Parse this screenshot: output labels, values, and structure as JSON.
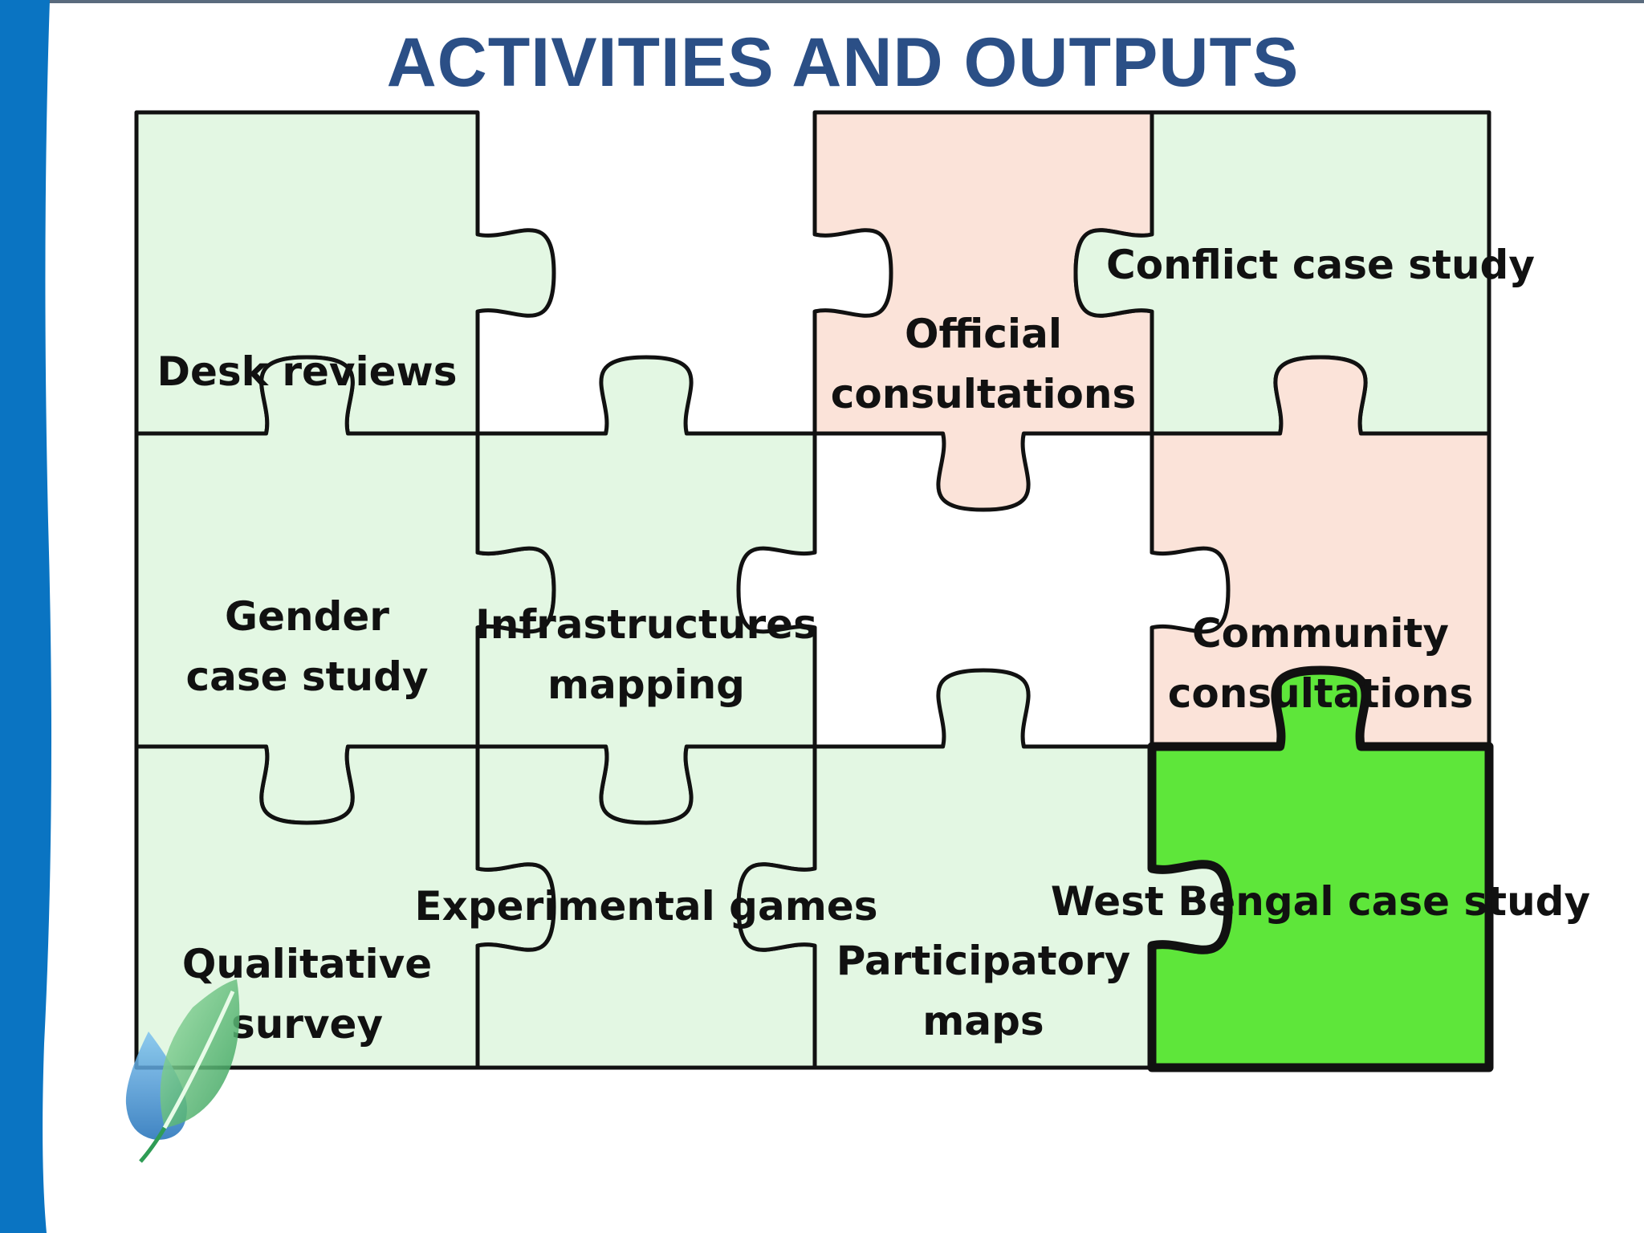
{
  "slide": {
    "title": "ACTIVITIES AND OUTPUTS"
  },
  "colors": {
    "title": "#2b4f86",
    "side_bar": "#0a74c2",
    "light_green": "#e3f7e3",
    "peach": "#fbe3d9",
    "bright_green": "#5ee63a",
    "outline": "#111111"
  },
  "pieces": [
    {
      "id": "desk-reviews",
      "lines": [
        "Desk reviews"
      ],
      "fill": "light_green",
      "highlight": false
    },
    {
      "id": "gender-case-study",
      "lines": [
        "Gender",
        "case study"
      ],
      "fill": "light_green",
      "highlight": false
    },
    {
      "id": "infrastructures-mapping",
      "lines": [
        "Infrastructures",
        "mapping"
      ],
      "fill": "light_green",
      "highlight": false
    },
    {
      "id": "official-consultations",
      "lines": [
        "Official",
        "consultations"
      ],
      "fill": "peach",
      "highlight": false
    },
    {
      "id": "conflict-case-study",
      "lines": [
        "Conflict case study"
      ],
      "fill": "light_green",
      "highlight": false
    },
    {
      "id": "community-consultations",
      "lines": [
        "Community",
        "consultations"
      ],
      "fill": "peach",
      "highlight": false
    },
    {
      "id": "qualitative-survey",
      "lines": [
        "Qualitative",
        "survey"
      ],
      "fill": "light_green",
      "highlight": false
    },
    {
      "id": "experimental-games",
      "lines": [
        "Experimental games"
      ],
      "fill": "light_green",
      "highlight": false
    },
    {
      "id": "participatory-maps",
      "lines": [
        "Participatory",
        "maps"
      ],
      "fill": "light_green",
      "highlight": false
    },
    {
      "id": "west-bengal-case-study",
      "lines": [
        "West Bengal case study"
      ],
      "fill": "bright_green",
      "highlight": true
    }
  ],
  "logo": {
    "icon": "water-drop-leaf-icon"
  }
}
